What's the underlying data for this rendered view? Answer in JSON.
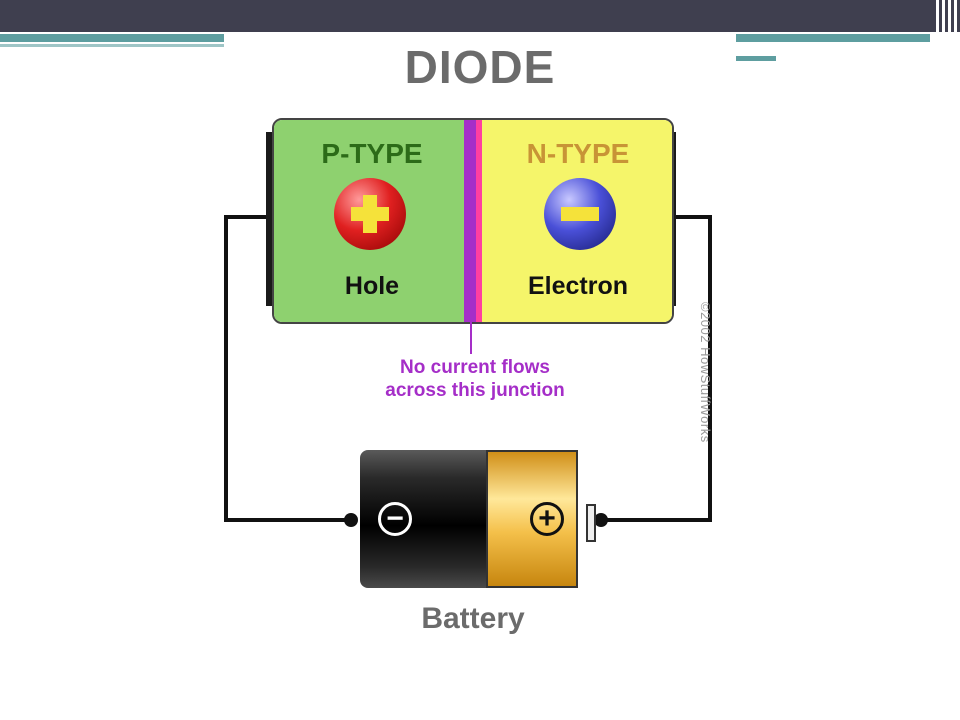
{
  "diagram": {
    "title": "DIODE",
    "p_type": {
      "label": "P-TYPE",
      "carrier": "Hole",
      "charge_symbol": "+",
      "color": "#8ed16f"
    },
    "n_type": {
      "label": "N-TYPE",
      "carrier": "Electron",
      "charge_symbol": "−",
      "color": "#f5f56a"
    },
    "junction_note_line1": "No current flows",
    "junction_note_line2": "across this junction",
    "battery": {
      "label": "Battery",
      "negative_symbol": "−",
      "positive_symbol": "+"
    },
    "copyright": "©2002 HowStuffWorks",
    "colors": {
      "junction": "#a52ec8",
      "title": "#6b6b6b",
      "slide_bar": "#3f3f4f",
      "accent_stripe": "#5e9ea0"
    }
  }
}
